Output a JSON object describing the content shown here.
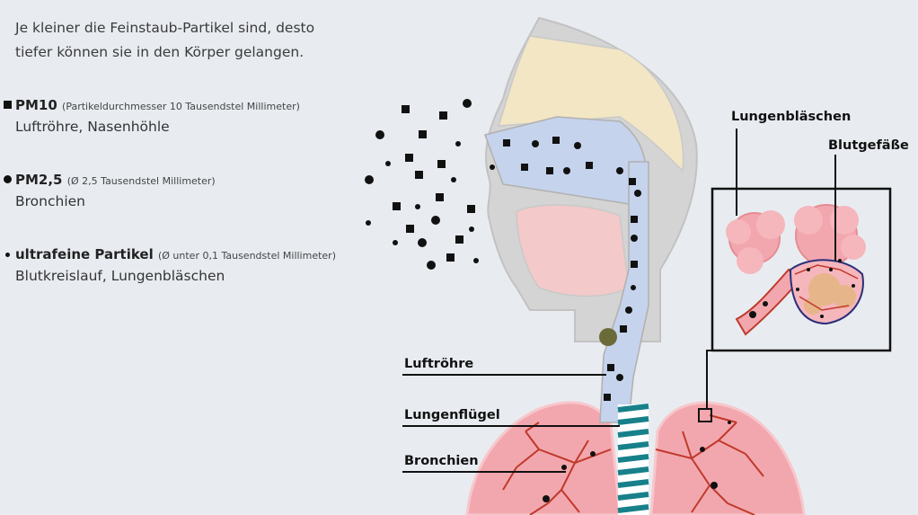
{
  "intro": {
    "line1": "Je kleiner die Feinstaub-Partikel sind, desto",
    "line2": "tiefer können sie in den Körper gelangen."
  },
  "legend": {
    "pm10": {
      "name": "PM10",
      "detail": "(Partikeldurchmesser 10 Tausendstel Millimeter)",
      "reach": "Luftröhre, Nasenhöhle"
    },
    "pm25": {
      "name": "PM2,5",
      "detail": "(Ø 2,5 Tausendstel Millimeter)",
      "reach": "Bronchien"
    },
    "ultra": {
      "name": "ultrafeine Partikel",
      "detail": "(Ø unter 0,1 Tausendstel Millimeter)",
      "reach": "Blutkreislauf, Lungenbläschen"
    }
  },
  "labels": {
    "trachea": "Luftröhre",
    "lung_wing": "Lungenflügel",
    "bronchi": "Bronchien",
    "alveoli": "Lungenbläschen",
    "blood_vessels": "Blutgefäße"
  },
  "colors": {
    "background": "#e8ecf1",
    "nasal_cavity": "#c5d3ec",
    "skin": "#f2e6c4",
    "mouth": "#f3c9c9",
    "head_outline": "#c7c7c7",
    "lung": "#f2a7ae",
    "bronchi_tree": "#c0392b",
    "trachea_rings": "#17808a",
    "particles": "#111111"
  },
  "icons": {
    "pm10_marker": "square-icon",
    "pm25_marker": "dot-icon",
    "ultra_marker": "small-dot-icon"
  }
}
